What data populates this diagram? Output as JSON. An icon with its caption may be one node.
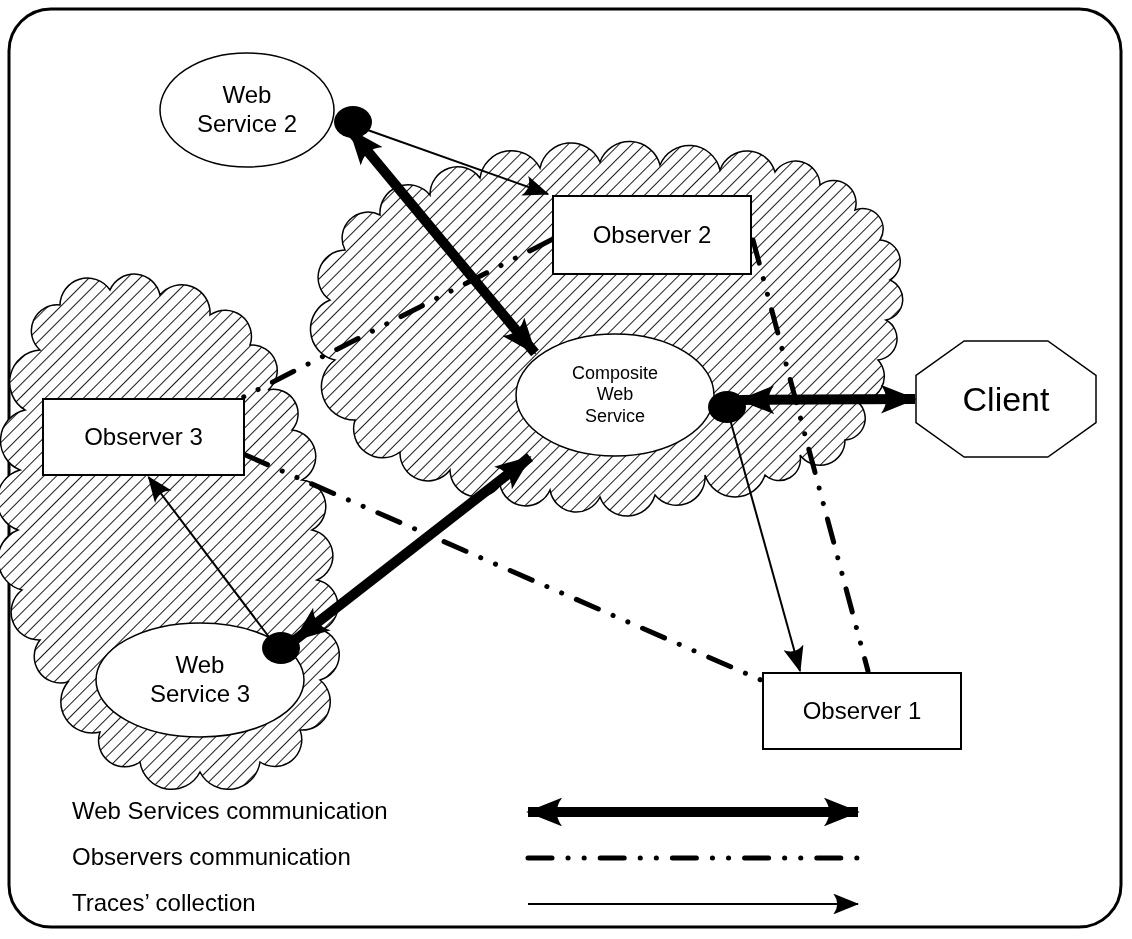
{
  "diagram": {
    "nodes": [
      {
        "text": [
          "Web Service 2"
        ]
      },
      {
        "text": [],
        "shape": "cloud"
      },
      {
        "text": [
          "Observer 2"
        ],
        "in": 1
      },
      {
        "text": [
          "Composite Web Service"
        ],
        "in": 1
      },
      {
        "text": [
          "Client"
        ]
      },
      {
        "text": [],
        "shape": "cloud"
      },
      {
        "text": [
          "Observer 3"
        ],
        "in": 5
      },
      {
        "text": [
          "Web Service 3"
        ],
        "in": 5
      },
      {
        "text": [
          "Observer 1"
        ]
      }
    ],
    "edges": [
      {
        "from": 0,
        "to": 3,
        "arrow": "both",
        "style": "thick"
      },
      {
        "from": 3,
        "to": 4,
        "arrow": "both",
        "style": "thick"
      },
      {
        "from": 7,
        "to": 3,
        "arrow": "both",
        "style": "thick"
      },
      {
        "from": 0,
        "to": 2,
        "arrow": "to"
      },
      {
        "from": 3,
        "to": 8,
        "arrow": "to"
      },
      {
        "from": 7,
        "to": 6,
        "arrow": "to"
      },
      {
        "from": 2,
        "to": 6,
        "arrow": "none",
        "style": "dashed"
      },
      {
        "from": 2,
        "to": 8,
        "arrow": "none",
        "style": "dashed"
      },
      {
        "from": 6,
        "to": 8,
        "arrow": "none",
        "style": "dashed"
      }
    ],
    "legend": [
      {
        "text": "Web Services communication"
      },
      {
        "text": "Observers communication"
      },
      {
        "text": "Traces’ collection"
      }
    ]
  }
}
